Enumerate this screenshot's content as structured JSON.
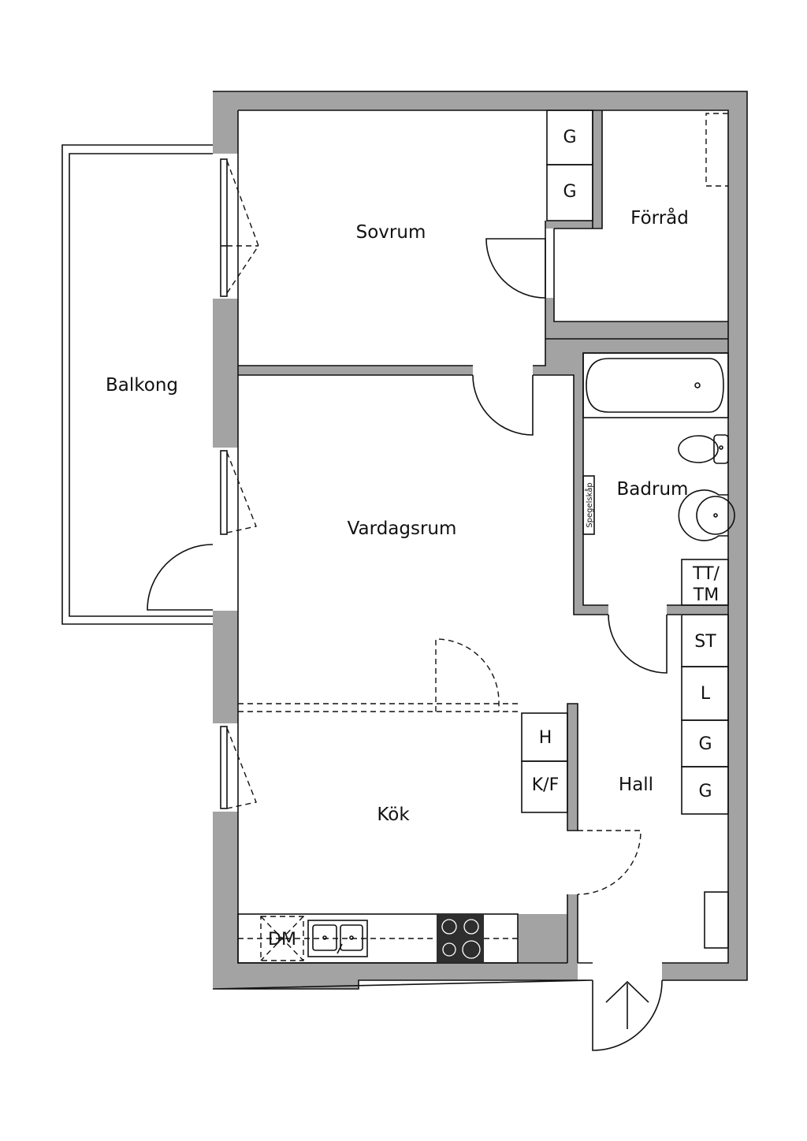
{
  "colors": {
    "wall": "#a3a3a3",
    "line": "#111111",
    "background": "#ffffff",
    "stove": "#2e2e2e"
  },
  "rooms": {
    "sovrum": "Sovrum",
    "forrad": "Förråd",
    "balkong": "Balkong",
    "vardagsrum": "Vardagsrum",
    "badrum": "Badrum",
    "kok": "Kök",
    "hall": "Hall"
  },
  "closets": {
    "sovrum_top": "G",
    "sovrum_bottom": "G",
    "bath_tt": "TT/",
    "bath_tm": "TM",
    "hall_st": "ST",
    "hall_l": "L",
    "hall_g1": "G",
    "hall_g2": "G",
    "kitchen_h": "H",
    "kitchen_kf": "K/F"
  },
  "fixtures": {
    "dishwasher": "DM",
    "mirror_cabinet": "Spegelskåp"
  }
}
